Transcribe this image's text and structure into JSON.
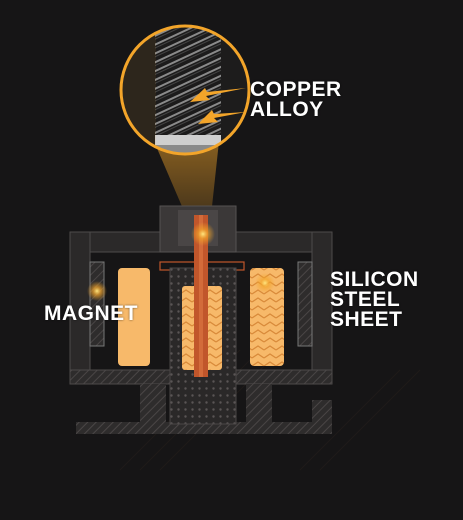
{
  "labels": {
    "copper_alloy": [
      "COPPER",
      "ALLOY"
    ],
    "magnet": "MAGNET",
    "silicon_steel_sheet": [
      "SILICON",
      "STEEL",
      "SHEET"
    ]
  },
  "colors": {
    "background": "#161516",
    "accent_orange": "#f3a52a",
    "magnet_fill": "#f7b96a",
    "copper_rod": "#c1562b",
    "housing": "#3a3838",
    "text": "#ffffff"
  },
  "icons": [
    "zoom-lens",
    "arrow-icon"
  ]
}
